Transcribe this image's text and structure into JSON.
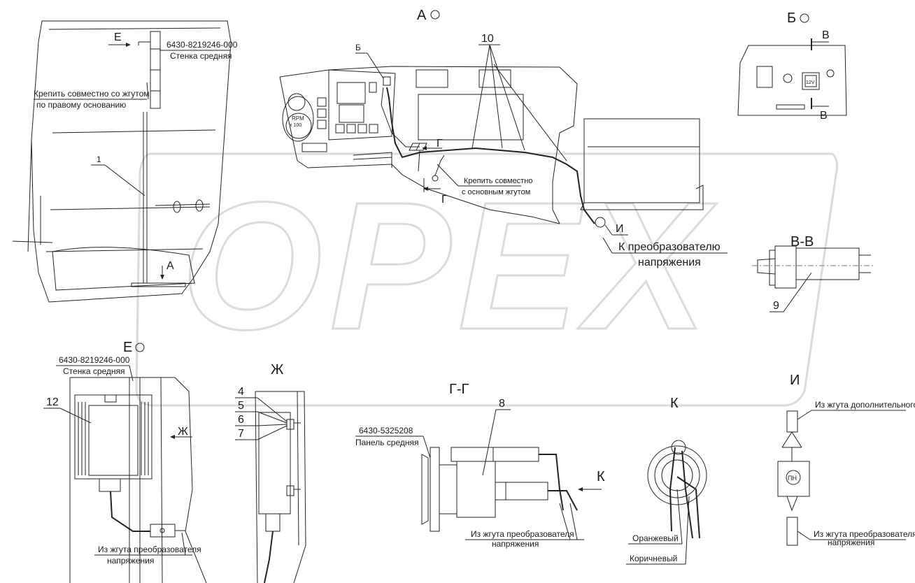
{
  "colors": {
    "ink": "#222222",
    "watermark": "#bbbbbb",
    "background": "#ffffff"
  },
  "watermark": {
    "text": "OPEX"
  },
  "view_titles": {
    "a": "А",
    "b": "Б",
    "v_v": "В-В",
    "e": "Е",
    "zh": "Ж",
    "g_g": "Г-Г",
    "k": "К",
    "i": "И"
  },
  "section_marks": {
    "e": "Е",
    "a": "А",
    "b_callout": "Б",
    "g": "Г",
    "v": "В",
    "k_arrow": "К",
    "i_callout": "И"
  },
  "part_numbers": {
    "wall_middle_code": "6430-8219246-000",
    "wall_middle_name": "Стенка средняя",
    "panel_middle_code": "6430-5325208",
    "panel_middle_name": "Панель средняя"
  },
  "notes": {
    "fix_with_harness_l1": "Крепить совместно со жгутом",
    "fix_with_harness_l2": "по правому основанию",
    "fix_main_l1": "Крепить совместно",
    "fix_main_l2": "с основным жгутом",
    "to_converter_l1": "К преобразователю",
    "to_converter_l2": "напряжения",
    "from_conv_harness_l1": "Из жгута преобразователя",
    "from_conv_harness_l2": "напряжения",
    "from_additional_harness": "Из жгута дополнительного",
    "wire_orange": "Оранжевый",
    "wire_brown": "Коричневый"
  },
  "callout_numbers": [
    "1",
    "4",
    "5",
    "6",
    "7",
    "8",
    "9",
    "10",
    "12"
  ],
  "dashboard": {
    "rpm_label": "RPM",
    "rpm_scale": "x 100",
    "socket_label": "12V"
  },
  "relay_label": "ПН"
}
